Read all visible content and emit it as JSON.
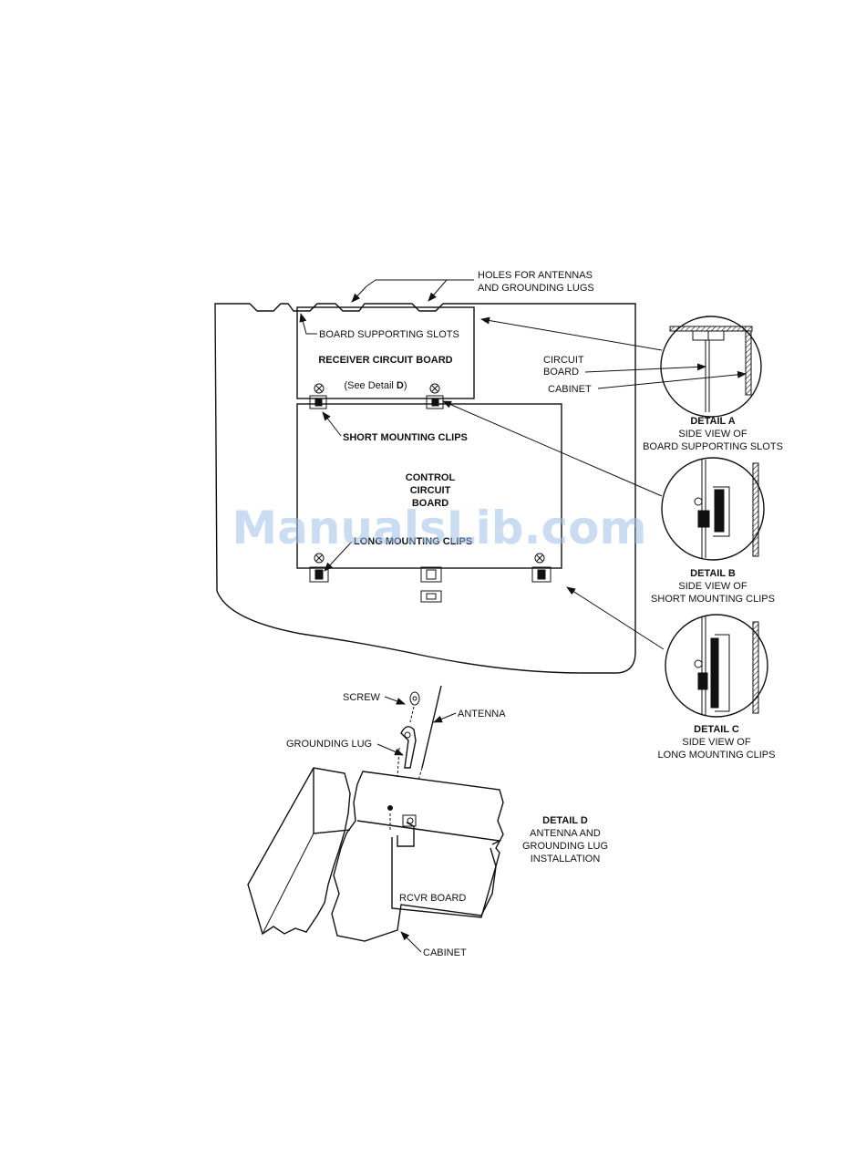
{
  "watermark": "ManualsLib.com",
  "labels": {
    "holes_line1": "HOLES FOR ANTENNAS",
    "holes_line2": "AND GROUNDING LUGS",
    "board_supporting_slots": "BOARD SUPPORTING SLOTS",
    "receiver_board": "RECEIVER CIRCUIT BOARD",
    "see_detail_prefix": "(See Detail ",
    "see_detail_letter": "D",
    "see_detail_suffix": ")",
    "short_clips": "SHORT MOUNTING CLIPS",
    "control_line1": "CONTROL",
    "control_line2": "CIRCUIT",
    "control_line3": "BOARD",
    "long_clips": "LONG MOUNTING CLIPS",
    "circuit_board_line1": "CIRCUIT",
    "circuit_board_line2": "BOARD",
    "cabinet": "CABINET",
    "screw": "SCREW",
    "antenna": "ANTENNA",
    "grounding_lug": "GROUNDING LUG",
    "rcvr_board": "RCVR BOARD",
    "cabinet_bottom": "CABINET"
  },
  "details": {
    "a": {
      "title": "DETAIL A",
      "line1": "SIDE VIEW OF",
      "line2": "BOARD SUPPORTING SLOTS"
    },
    "b": {
      "title": "DETAIL B",
      "line1": "SIDE VIEW OF",
      "line2": "SHORT MOUNTING CLIPS"
    },
    "c": {
      "title": "DETAIL C",
      "line1": "SIDE VIEW OF",
      "line2": "LONG MOUNTING CLIPS"
    },
    "d": {
      "title": "DETAIL D",
      "line1": "ANTENNA AND",
      "line2": "GROUNDING LUG",
      "line3": "INSTALLATION"
    }
  }
}
